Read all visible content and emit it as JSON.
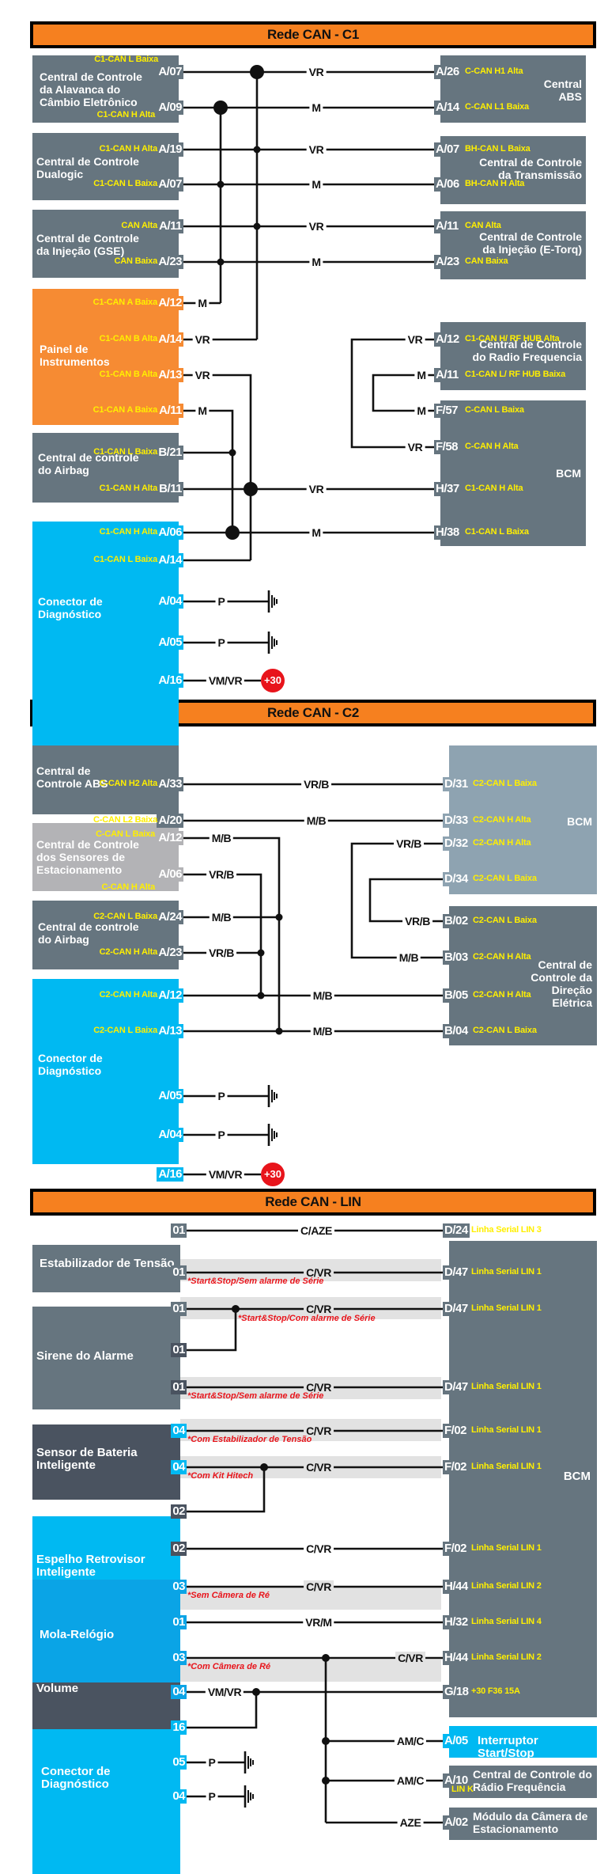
{
  "colors": {
    "header": "#f6801f",
    "module_gray": "#66757f",
    "signal_yellow": "#ffef00",
    "note_red": "#e8141b",
    "cyan": "#00b9f2"
  },
  "sections": {
    "c1": {
      "title": "Rede CAN - C1"
    },
    "c2": {
      "title": "Rede CAN - C2"
    },
    "lin": {
      "title": "Rede CAN - LIN"
    }
  },
  "c1": {
    "alavanca": {
      "name": "Central de Controle\nda Alavanca do\nCâmbio Eletrônico",
      "pins": [
        {
          "pin": "A/07",
          "signal": "C1-CAN L Baixa"
        },
        {
          "pin": "A/09",
          "signal": "C1-CAN H Alta"
        }
      ]
    },
    "abs": {
      "name": "Central\nABS",
      "pins": [
        {
          "pin": "A/26",
          "signal": "C-CAN H1 Alta"
        },
        {
          "pin": "A/14",
          "signal": "C-CAN L1 Baixa"
        }
      ]
    },
    "dualogic": {
      "name": "Central de Controle\nDualogic",
      "pins": [
        {
          "pin": "A/19",
          "signal": "C1-CAN H Alta"
        },
        {
          "pin": "A/07",
          "signal": "C1-CAN L Baixa"
        }
      ]
    },
    "transmissao": {
      "name": "Central de Controle\nda Transmissão",
      "pins": [
        {
          "pin": "A/07",
          "signal": "BH-CAN L Baixa"
        },
        {
          "pin": "A/06",
          "signal": "BH-CAN H Alta"
        }
      ]
    },
    "gse": {
      "name": "Central de Controle\nda Injeção (GSE)",
      "pins": [
        {
          "pin": "A/11",
          "signal": "CAN Alta"
        },
        {
          "pin": "A/23",
          "signal": "CAN Baixa"
        }
      ]
    },
    "etorq": {
      "name": "Central de Controle\nda Injeção (E-Torq)",
      "pins": [
        {
          "pin": "A/11",
          "signal": "CAN Alta"
        },
        {
          "pin": "A/23",
          "signal": "CAN Baixa"
        }
      ]
    },
    "painel": {
      "name": "Painel de\nInstrumentos",
      "pins": [
        {
          "pin": "A/12",
          "signal": "C1-CAN A Baixa"
        },
        {
          "pin": "A/14",
          "signal": "C1-CAN B Alta"
        },
        {
          "pin": "A/13",
          "signal": "C1-CAN B Alta"
        },
        {
          "pin": "A/11",
          "signal": "C1-CAN A Baixa"
        }
      ]
    },
    "radio": {
      "name": "Central de Controle\ndo Radio Frequencia",
      "pins": [
        {
          "pin": "A/12",
          "signal": "C1-CAN H/ RF HUB Alta"
        },
        {
          "pin": "A/11",
          "signal": "C1-CAN L/ RF HUB Baixa"
        }
      ]
    },
    "airbag": {
      "name": "Central de controle\ndo Airbag",
      "pins": [
        {
          "pin": "B/21",
          "signal": "C1-CAN L Baixa"
        },
        {
          "pin": "B/11",
          "signal": "C1-CAN H Alta"
        }
      ]
    },
    "bcm": {
      "name": "BCM",
      "pins": [
        {
          "pin": "F/57",
          "signal": "C-CAN L Baixa"
        },
        {
          "pin": "F/58",
          "signal": "C-CAN H Alta"
        },
        {
          "pin": "H/37",
          "signal": "C1-CAN H Alta"
        },
        {
          "pin": "H/38",
          "signal": "C1-CAN L Baixa"
        }
      ]
    },
    "diag": {
      "name": "Conector de\nDiagnóstico",
      "pins": [
        {
          "pin": "A/06",
          "signal": "C1-CAN H Alta"
        },
        {
          "pin": "A/14",
          "signal": "C1-CAN L Baixa"
        },
        {
          "pin": "A/04",
          "signal": ""
        },
        {
          "pin": "A/05",
          "signal": ""
        },
        {
          "pin": "A/16",
          "signal": ""
        }
      ]
    },
    "wires": [
      "VR",
      "M",
      "VR",
      "M",
      "VR",
      "M",
      "M",
      "VR",
      "VR",
      "M",
      "VR",
      "M",
      "M",
      "VR",
      "VR",
      "M",
      "P",
      "P",
      "VM/VR"
    ],
    "plus30": "+30"
  },
  "c2": {
    "abs": {
      "name": "Central de\nControle ABS",
      "pins": [
        {
          "pin": "A/33",
          "signal": "C-CAN H2 Alta"
        },
        {
          "pin": "A/20",
          "signal": "C-CAN L2 Baixa"
        }
      ]
    },
    "sensores": {
      "name": "Central de Controle\ndos Sensores de\nEstacionamento",
      "pins": [
        {
          "pin": "A/12",
          "signal": "C-CAN L Baixa"
        },
        {
          "pin": "A/06",
          "signal": "C-CAN H Alta"
        }
      ]
    },
    "airbag": {
      "name": "Central de controle\ndo Airbag",
      "pins": [
        {
          "pin": "A/24",
          "signal": "C2-CAN L Baixa"
        },
        {
          "pin": "A/23",
          "signal": "C2-CAN H Alta"
        }
      ]
    },
    "diag": {
      "name": "Conector de\nDiagnóstico",
      "pins": [
        {
          "pin": "A/12",
          "signal": "C2-CAN H Alta"
        },
        {
          "pin": "A/13",
          "signal": "C2-CAN L Baixa"
        },
        {
          "pin": "A/05",
          "signal": ""
        },
        {
          "pin": "A/04",
          "signal": ""
        },
        {
          "pin": "A/16",
          "signal": ""
        }
      ]
    },
    "bcm": {
      "name": "BCM",
      "pins": [
        {
          "pin": "D/31",
          "signal": "C2-CAN L Baixa"
        },
        {
          "pin": "D/33",
          "signal": "C2-CAN H Alta"
        },
        {
          "pin": "D/32",
          "signal": "C2-CAN H Alta"
        },
        {
          "pin": "D/34",
          "signal": "C2-CAN L Baixa"
        }
      ]
    },
    "direcao": {
      "name": "Central de\nControle da\nDireção\nElétrica",
      "pins": [
        {
          "pin": "B/02",
          "signal": "C2-CAN L Baixa"
        },
        {
          "pin": "B/03",
          "signal": "C2-CAN H Alta"
        },
        {
          "pin": "B/05",
          "signal": "C2-CAN H Alta"
        },
        {
          "pin": "B/04",
          "signal": "C2-CAN L Baixa"
        }
      ]
    },
    "wires": [
      "VR/B",
      "M/B",
      "M/B",
      "VR/B",
      "M/B",
      "VR/B",
      "VR/B",
      "M/B",
      "VR/B",
      "M/B",
      "P",
      "P",
      "VM/VR"
    ],
    "plus30": "+30"
  },
  "lin": {
    "estabilizador": {
      "name": "Estabilizador de Tensão",
      "pin": "01"
    },
    "sirene": {
      "name": "Sirene do Alarme",
      "pins": [
        "01",
        "01"
      ]
    },
    "bateria": {
      "name": "Sensor de Bateria\nInteligente",
      "pins": [
        "01",
        "01"
      ]
    },
    "espelho": {
      "name": "Espelho Retrovisor\nInteligente",
      "pins": [
        "04",
        "04"
      ]
    },
    "volume": {
      "name": "Sensor de\nVolume",
      "pins": [
        "02",
        "02"
      ]
    },
    "mola": {
      "name": "Mola-Relógio",
      "pins": [
        "03",
        "01",
        "03",
        "04"
      ]
    },
    "diag": {
      "name": "Conector de\nDiagnóstico",
      "pins": [
        "16",
        "05",
        "04"
      ]
    },
    "bcm": {
      "name": "BCM",
      "pins": [
        {
          "pin": "D/24",
          "signal": "Linha Serial LIN 3"
        },
        {
          "pin": "D/47",
          "signal": "Linha Serial LIN 1"
        },
        {
          "pin": "D/47",
          "signal": "Linha Serial LIN 1"
        },
        {
          "pin": "D/47",
          "signal": "Linha Serial LIN 1"
        },
        {
          "pin": "F/02",
          "signal": "Linha Serial LIN 1"
        },
        {
          "pin": "F/02",
          "signal": "Linha Serial LIN 1"
        },
        {
          "pin": "F/02",
          "signal": "Linha Serial LIN 1"
        },
        {
          "pin": "H/44",
          "signal": "Linha Serial LIN 2"
        },
        {
          "pin": "H/32",
          "signal": "Linha Serial LIN 4"
        },
        {
          "pin": "H/44",
          "signal": "Linha Serial LIN 2"
        },
        {
          "pin": "G/18",
          "signal": "+30 F36 15A"
        }
      ]
    },
    "interruptor": {
      "name": "Interruptor Start/Stop",
      "pin": "A/05"
    },
    "radio": {
      "name": "Central de Controle do\nRádio Frequência",
      "pin": "A/10",
      "signal": "LIN K"
    },
    "camera": {
      "name": "Módulo da Câmera de\nEstacionamento",
      "pin": "A/02"
    },
    "notes": [
      "*Start&Stop/Sem alarme de Série",
      "*Start&Stop/Com alarme de Série",
      "*Start&Stop/Sem alarme de Série",
      "*Com Estabilizador de Tensão",
      "*Com Kit Hitech",
      "*Sem Câmera de Ré",
      "*Com Câmera de Ré"
    ],
    "wires": [
      "C/AZE",
      "C/VR",
      "C/VR",
      "C/VR",
      "C/VR",
      "C/VR",
      "C/VR",
      "C/VR",
      "VR/M",
      "C/VR",
      "VM/VR",
      "AM/C",
      "AM/C",
      "AZE",
      "P",
      "P"
    ]
  }
}
